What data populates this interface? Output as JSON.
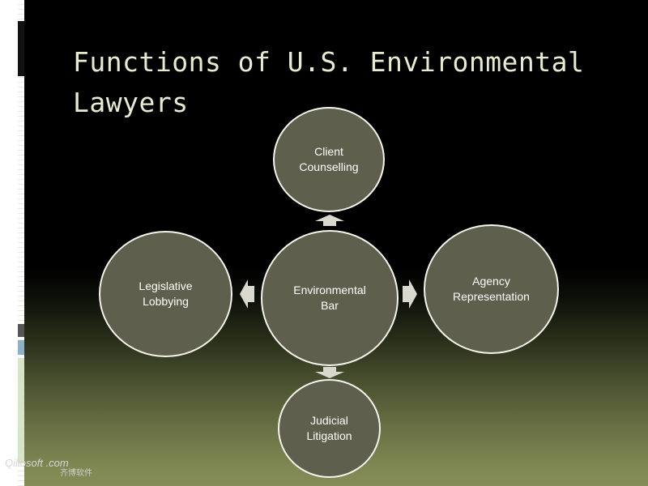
{
  "slide": {
    "title": "Functions of U.S. Environmental Lawyers"
  },
  "diagram": {
    "center": "Environmental\nBar",
    "nodes": {
      "top": "Client\nCounselling",
      "right": "Agency\nRepresentation",
      "bottom": "Judicial\nLitigation",
      "left": "Legislative\nLobbying"
    }
  },
  "watermark": {
    "text": "Qiliosoft .com",
    "subtext": "齐博软件"
  },
  "colors": {
    "node_fill": "#5f5f4d",
    "node_border": "#f4f4ec",
    "arrow_fill": "#d9d9d0",
    "title": "#e6edcf"
  },
  "icons": {
    "arrows": "arrow-icon"
  }
}
